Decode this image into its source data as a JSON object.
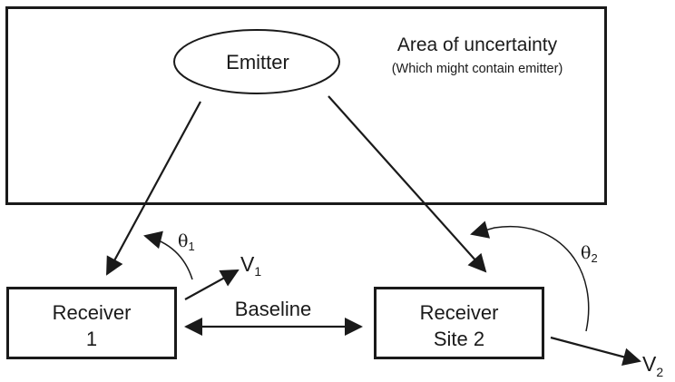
{
  "diagram": {
    "area": {
      "title": "Area of uncertainty",
      "subtitle": "(Which might contain emitter)"
    },
    "emitter": {
      "label": "Emitter"
    },
    "receiver1": {
      "line1": "Receiver",
      "line2": "1"
    },
    "receiver2": {
      "line1": "Receiver",
      "line2": "Site 2"
    },
    "baseline": {
      "label": "Baseline"
    },
    "theta1": {
      "symbol": "θ",
      "sub": "1"
    },
    "theta2": {
      "symbol": "θ",
      "sub": "2"
    },
    "v1": {
      "symbol": "V",
      "sub": "1"
    },
    "v2": {
      "symbol": "V",
      "sub": "2"
    },
    "colors": {
      "stroke": "#1a1a1a",
      "background": "#ffffff"
    }
  }
}
